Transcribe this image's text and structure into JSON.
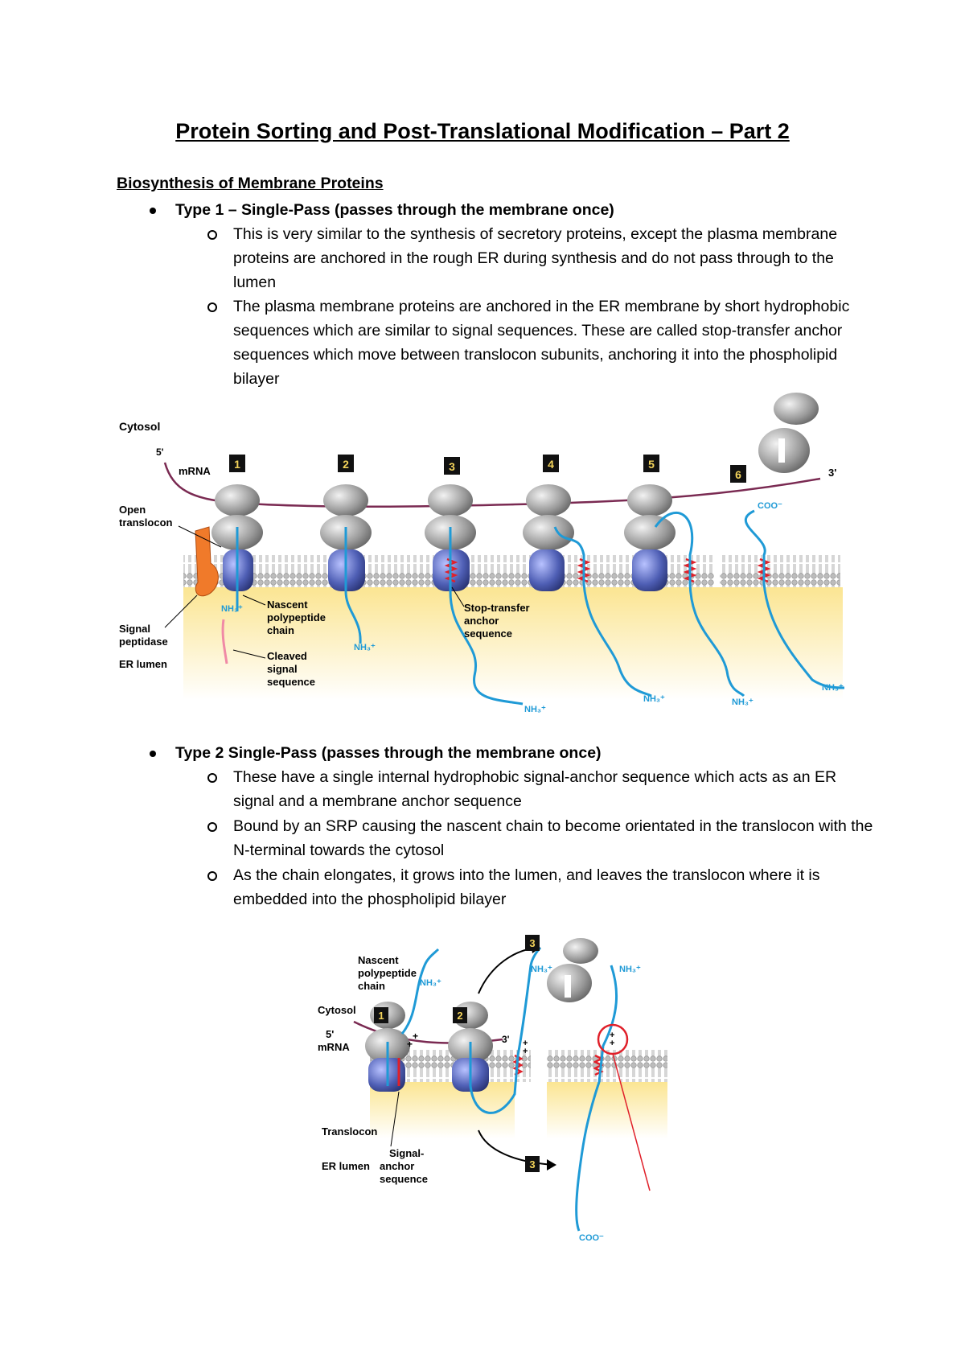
{
  "document": {
    "title": "Protein Sorting and Post-Translational Modification – Part 2",
    "section_heading": "Biosynthesis of Membrane Proteins",
    "type1": {
      "heading": "Type 1 – Single-Pass (passes through the membrane once)",
      "points": [
        "This is very similar to the synthesis of secretory proteins, except the plasma membrane proteins are anchored in the rough ER during synthesis and do not pass through to the lumen",
        "The plasma membrane proteins are anchored in the ER membrane by short hydrophobic sequences which are similar to signal sequences. These are called stop-transfer anchor sequences which move between translocon subunits, anchoring it into the phospholipid bilayer"
      ]
    },
    "type2": {
      "heading": "Type 2 Single-Pass (passes through the membrane once)",
      "points": [
        "These have a single internal hydrophobic signal-anchor sequence which acts as an ER signal and a membrane anchor sequence",
        "Bound by an SRP causing the nascent chain to become orientated in the translocon with the N-terminal towards the cytosol",
        "As the chain elongates, it grows into the lumen, and leaves the translocon where it is embedded into the phospholipid bilayer"
      ]
    }
  },
  "figure1": {
    "cytosol": "Cytosol",
    "five_prime": "5'",
    "mrna": "mRNA",
    "three_prime": "3'",
    "open_translocon": [
      "Open",
      "translocon"
    ],
    "signal_peptidase": [
      "Signal",
      "peptidase"
    ],
    "er_lumen": "ER lumen",
    "nascent": [
      "Nascent",
      "polypeptide",
      "chain"
    ],
    "cleaved": [
      "Cleaved",
      "signal",
      "sequence"
    ],
    "stop_transfer": [
      "Stop-transfer",
      "anchor",
      "sequence"
    ],
    "nh3": "NH₃⁺",
    "coo": "COO⁻",
    "steps": [
      "1",
      "2",
      "3",
      "4",
      "5",
      "6"
    ]
  },
  "figure2": {
    "nascent": [
      "Nascent",
      "polypeptide",
      "chain"
    ],
    "cytosol": "Cytosol",
    "five_prime": "5'",
    "mrna": "mRNA",
    "three_prime": "3'",
    "translocon": "Translocon",
    "er_lumen": "ER lumen",
    "signal_anchor": [
      "Signal-",
      "anchor",
      "sequence"
    ],
    "nh3": "NH₃⁺",
    "coo": "COO⁻",
    "plus": "+",
    "steps": [
      "1",
      "2",
      "3",
      "3"
    ]
  },
  "colors": {
    "membrane_head": "#bcbcbc",
    "lumen": "#fbeaa4",
    "mrna": "#7a2a52",
    "chain": "#1f9ad6",
    "translocon": "#3c4da0",
    "anchor": "#e0202a",
    "peptidase": "#f07a2a",
    "ribosome": "#9a9a9a"
  }
}
